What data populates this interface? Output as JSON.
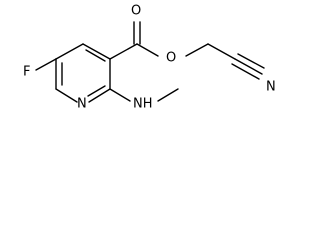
{
  "molecule": {
    "atoms": {
      "fluorine": "F",
      "ring_nitrogen": "N",
      "carbonyl_oxygen": "O",
      "ester_oxygen": "O",
      "nitrile_nitrogen": "N",
      "amine": "NH",
      "amine_h": "H"
    }
  }
}
